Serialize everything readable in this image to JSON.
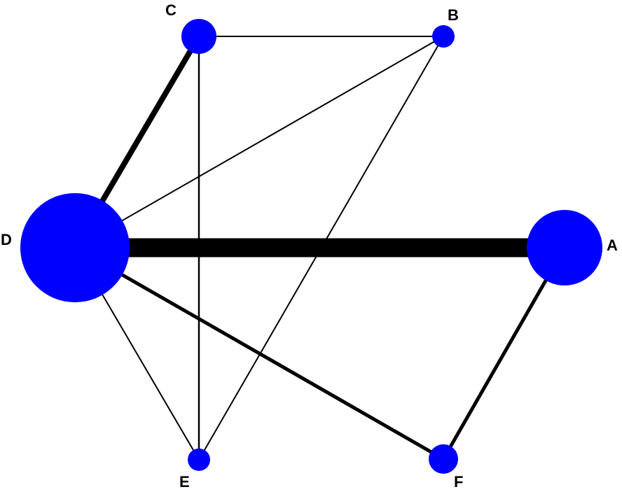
{
  "diagram": {
    "type": "network-graph",
    "colors": {
      "node": "#0000ff",
      "edge": "#000000",
      "label": "#000000",
      "background": "#ffffff"
    },
    "nodes": [
      {
        "id": "A",
        "label": "A"
      },
      {
        "id": "B",
        "label": "B"
      },
      {
        "id": "C",
        "label": "C"
      },
      {
        "id": "D",
        "label": "D"
      },
      {
        "id": "E",
        "label": "E"
      },
      {
        "id": "F",
        "label": "F"
      }
    ],
    "edges": [
      {
        "from": "D",
        "to": "A"
      },
      {
        "from": "D",
        "to": "C"
      },
      {
        "from": "D",
        "to": "B"
      },
      {
        "from": "D",
        "to": "E"
      },
      {
        "from": "D",
        "to": "F"
      },
      {
        "from": "C",
        "to": "B"
      },
      {
        "from": "C",
        "to": "E"
      },
      {
        "from": "B",
        "to": "E"
      },
      {
        "from": "A",
        "to": "F"
      }
    ]
  }
}
